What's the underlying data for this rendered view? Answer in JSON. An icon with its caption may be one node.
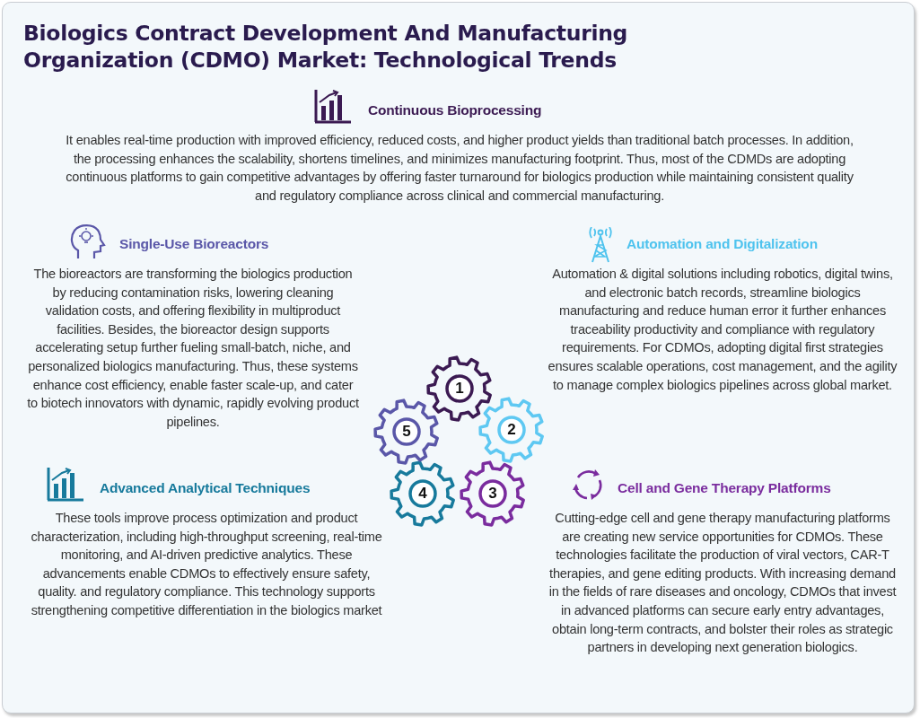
{
  "diagram": {
    "title": "Biologics Contract Development And Manufacturing Organization (CDMO) Market: Technological Trends",
    "nodes": [
      {
        "text": [
          "1"
        ]
      },
      {
        "text": [
          "2"
        ]
      },
      {
        "text": [
          "3"
        ]
      },
      {
        "text": [
          "4"
        ]
      },
      {
        "text": [
          "5"
        ]
      }
    ],
    "labels": [
      "Continuous Bioprocessing",
      "It enables real-time production with improved efficiency, reduced costs, and higher product yields than traditional batch processes. In addition, the processing enhances the scalability, shortens timelines, and minimizes manufacturing footprint. Thus, most of the CDMDs are adopting continuous platforms to gain competitive advantages by offering faster turnaround for biologics production while maintaining consistent quality and regulatory compliance across clinical and commercial manufacturing.",
      "Single-Use Bioreactors",
      "The bioreactors are transforming the biologics production by reducing contamination risks, lowering cleaning validation costs, and offering flexibility in multiproduct facilities. Besides, the bioreactor design supports accelerating setup further fueling small-batch, niche, and personalized biologics manufacturing. Thus, these systems enhance cost efficiency, enable faster scale-up, and cater to biotech innovators with dynamic, rapidly evolving product pipelines.",
      "Automation and Digitalization",
      "Automation & digital solutions including robotics, digital twins, and electronic batch records, streamline biologics manufacturing and reduce human error it further enhances traceability productivity and compliance with regulatory requirements. For CDMOs, adopting digital first strategies ensures scalable operations, cost management, and the agility to manage complex biologics pipelines across global market.",
      "Advanced Analytical Techniques",
      "These tools improve process optimization and product characterization, including high-throughput screening, real-time monitoring, and AI-driven predictive analytics. These advancements enable CDMOs to effectively ensure safety, quality. and regulatory compliance. This technology supports strengthening competitive differentiation in the biologics market",
      "Cell and Gene Therapy Platforms",
      "Cutting-edge cell and gene therapy manufacturing platforms are creating new service opportunities for CDMOs. These technologies facilitate the production of viral vectors, CAR-T therapies, and gene editing products. With increasing demand in the fields of rare diseases and oncology, CDMOs that invest in advanced platforms can secure early entry advantages, obtain long-term contracts, and bolster their roles as strategic partners in developing next generation biologics."
    ]
  }
}
